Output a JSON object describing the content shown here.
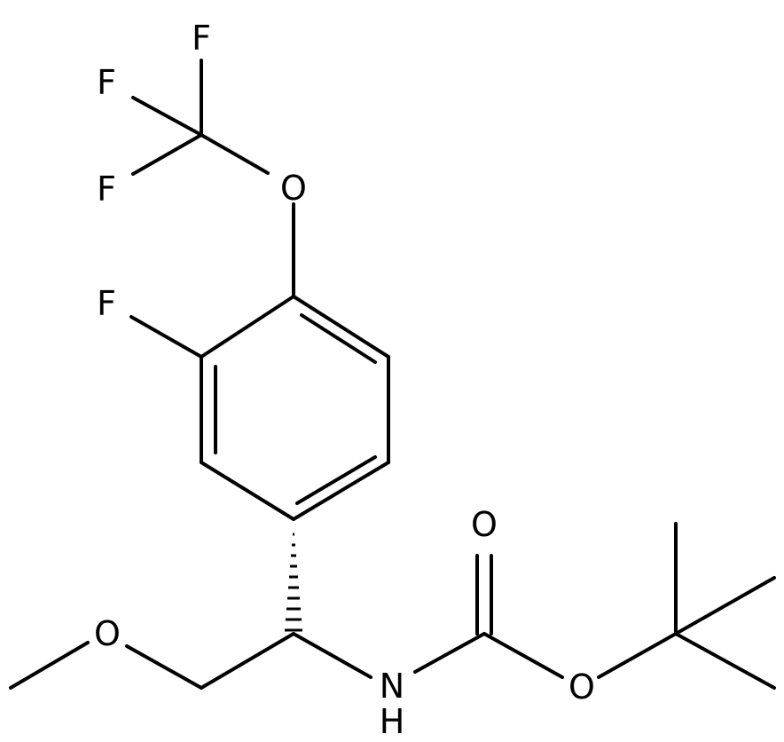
{
  "structure": {
    "labels": {
      "f_top": "F",
      "f_left": "F",
      "f_lower": "F",
      "o_ether": "O",
      "f_ring": "F",
      "o_carbonyl": "O",
      "o_methoxy": "O",
      "o_ester": "O",
      "nh": "NH"
    }
  }
}
